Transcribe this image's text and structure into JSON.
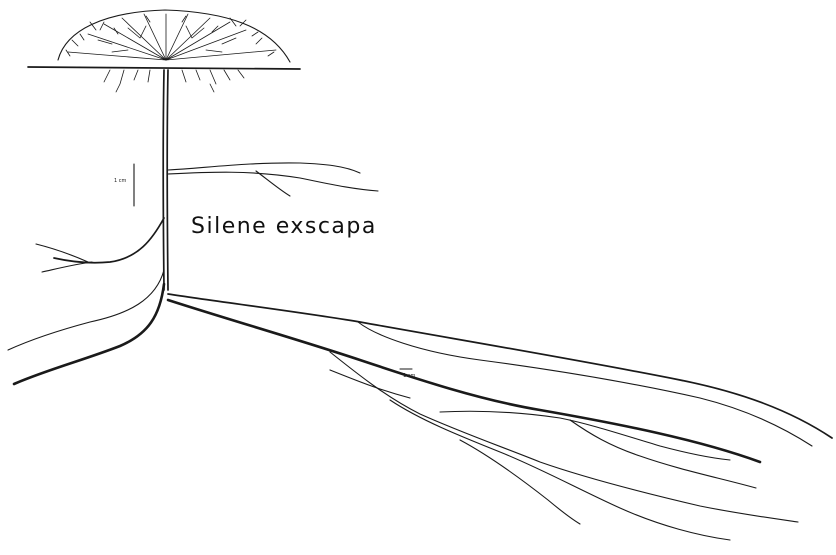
{
  "drawing": {
    "species_name": "Silene exscapa",
    "scale_bars": [
      {
        "label": "1 cm"
      },
      {
        "label": "1 cm"
      }
    ],
    "colors": {
      "ink": "#1a1a1a",
      "paper": "#ffffff"
    }
  }
}
